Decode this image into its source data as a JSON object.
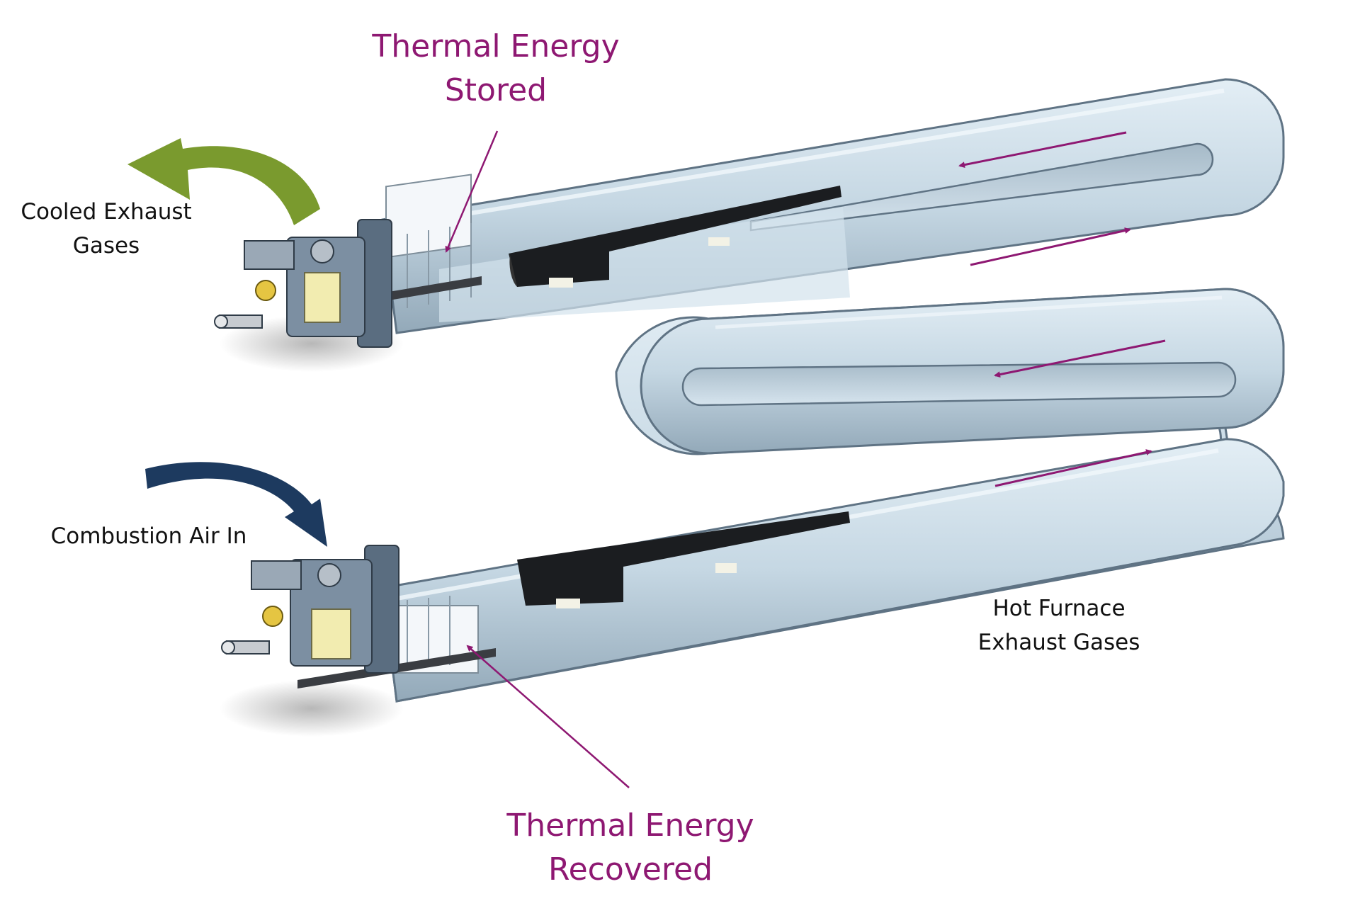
{
  "labels": {
    "stored_line1": "Thermal Energy",
    "stored_line2": "Stored",
    "recovered_line1": "Thermal Energy",
    "recovered_line2": "Recovered",
    "cooled_line1": "Cooled Exhaust",
    "cooled_line2": "Gases",
    "combustion_air": "Combustion Air In",
    "hot_line1": "Hot Furnace",
    "hot_line2": "Exhaust Gases"
  },
  "colors": {
    "label_accent": "#8e1872",
    "exhaust_arrow": "#7a9a2e",
    "air_arrow": "#1d3a5f",
    "tube_fill": "#c4d7e4",
    "tube_stroke": "#5f7384",
    "flow_arrow": "#8e1872"
  },
  "icons": {
    "exhaust_out": "curved-arrow-icon",
    "air_in": "curved-arrow-icon",
    "flow": "flow-arrow-icon"
  }
}
